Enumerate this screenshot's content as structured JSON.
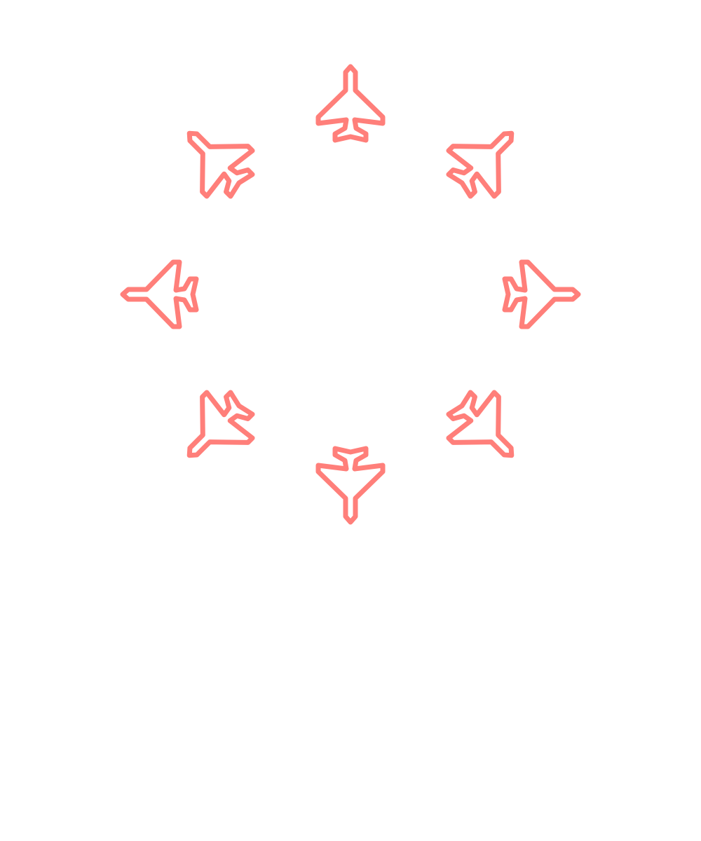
{
  "icon": "airplane-outline-icon",
  "colors": {
    "background": "#ffffff",
    "icon_stroke": "#ff7f7a"
  },
  "planes": [
    {
      "name": "plane-north-icon",
      "heading_deg": 0
    },
    {
      "name": "plane-northeast-icon",
      "heading_deg": 45
    },
    {
      "name": "plane-east-icon",
      "heading_deg": 90
    },
    {
      "name": "plane-southeast-icon",
      "heading_deg": 135
    },
    {
      "name": "plane-south-icon",
      "heading_deg": 180
    },
    {
      "name": "plane-southwest-icon",
      "heading_deg": 225
    },
    {
      "name": "plane-west-icon",
      "heading_deg": 270
    },
    {
      "name": "plane-northwest-icon",
      "heading_deg": 315
    }
  ]
}
